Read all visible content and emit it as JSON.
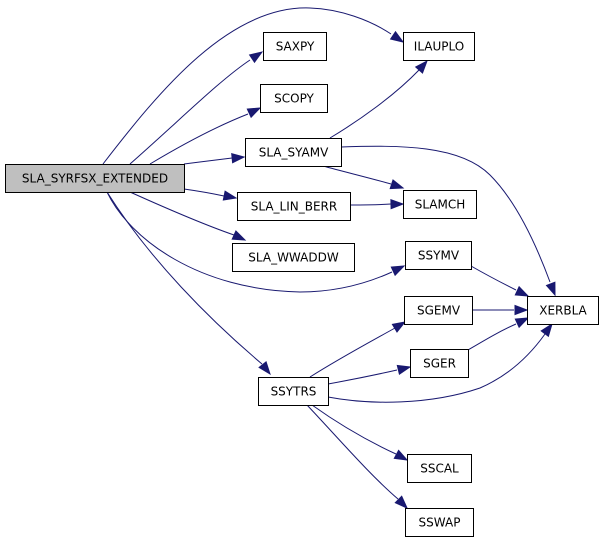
{
  "colors": {
    "edge": "#191970",
    "node_fill": "#ffffff",
    "root_fill": "#bfbfbf",
    "border": "#000000"
  },
  "nodes": [
    {
      "id": "root",
      "label": "SLA_SYRFSX_EXTENDED",
      "root": true
    },
    {
      "id": "saxpy",
      "label": "SAXPY"
    },
    {
      "id": "ilauplo",
      "label": "ILAUPLO"
    },
    {
      "id": "scopy",
      "label": "SCOPY"
    },
    {
      "id": "sla_syamv",
      "label": "SLA_SYAMV"
    },
    {
      "id": "sla_lin_berr",
      "label": "SLA_LIN_BERR"
    },
    {
      "id": "slamch",
      "label": "SLAMCH"
    },
    {
      "id": "sla_wwaddw",
      "label": "SLA_WWADDW"
    },
    {
      "id": "ssymv",
      "label": "SSYMV"
    },
    {
      "id": "sgemv",
      "label": "SGEMV"
    },
    {
      "id": "xerbla",
      "label": "XERBLA"
    },
    {
      "id": "sger",
      "label": "SGER"
    },
    {
      "id": "ssytrs",
      "label": "SSYTRS"
    },
    {
      "id": "sscal",
      "label": "SSCAL"
    },
    {
      "id": "sswap",
      "label": "SSWAP"
    }
  ],
  "edges": [
    {
      "from": "root",
      "to": "ilauplo"
    },
    {
      "from": "root",
      "to": "saxpy"
    },
    {
      "from": "root",
      "to": "scopy"
    },
    {
      "from": "root",
      "to": "sla_syamv"
    },
    {
      "from": "root",
      "to": "sla_lin_berr"
    },
    {
      "from": "root",
      "to": "sla_wwaddw"
    },
    {
      "from": "root",
      "to": "ssymv"
    },
    {
      "from": "root",
      "to": "ssytrs"
    },
    {
      "from": "sla_syamv",
      "to": "ilauplo"
    },
    {
      "from": "sla_syamv",
      "to": "slamch"
    },
    {
      "from": "sla_syamv",
      "to": "xerbla"
    },
    {
      "from": "sla_lin_berr",
      "to": "slamch"
    },
    {
      "from": "ssymv",
      "to": "xerbla"
    },
    {
      "from": "sgemv",
      "to": "xerbla"
    },
    {
      "from": "sger",
      "to": "xerbla"
    },
    {
      "from": "ssytrs",
      "to": "sgemv"
    },
    {
      "from": "ssytrs",
      "to": "sger"
    },
    {
      "from": "ssytrs",
      "to": "xerbla"
    },
    {
      "from": "ssytrs",
      "to": "sscal"
    },
    {
      "from": "ssytrs",
      "to": "sswap"
    }
  ]
}
